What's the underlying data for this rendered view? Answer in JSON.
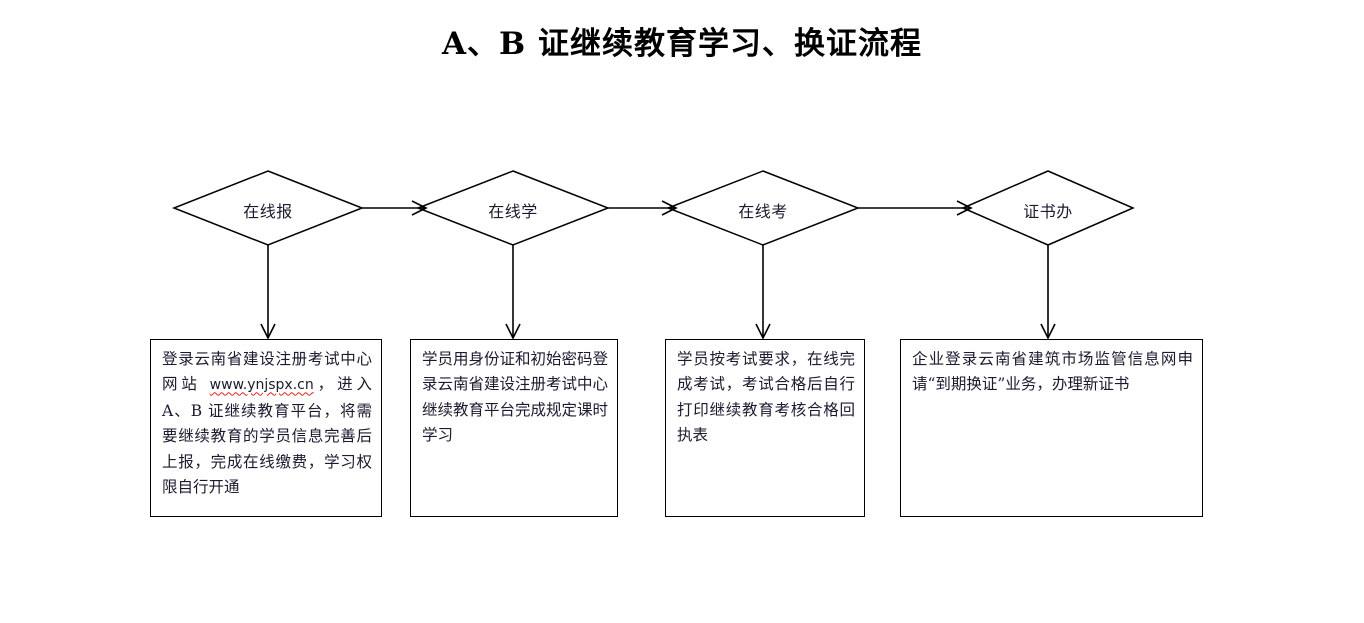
{
  "document": {
    "title": "A、B 证继续教育学习、换证流程"
  },
  "flow": {
    "stages": [
      {
        "id": "stage-1",
        "label": "在线报"
      },
      {
        "id": "stage-2",
        "label": "在线学"
      },
      {
        "id": "stage-3",
        "label": "在线考"
      },
      {
        "id": "stage-4",
        "label": "证书办"
      }
    ],
    "descriptions": [
      {
        "id": "desc-1",
        "text_before_url": "登录云南省建设注册考试中心网站 ",
        "url": "www.ynjspx.cn",
        "text_after_url": "，进入 A、B 证继续教育平台，将需要继续教育的学员信息完善后上报，完成在线缴费，学习权限自行开通"
      },
      {
        "id": "desc-2",
        "text": "学员用身份证和初始密码登录云南省建设注册考试中心继续教育平台完成规定课时学习"
      },
      {
        "id": "desc-3",
        "text": "学员按考试要求，在线完成考试，考试合格后自行打印继续教育考核合格回执表"
      },
      {
        "id": "desc-4",
        "text": "企业登录云南省建筑市场监管信息网申请“到期换证”业务，办理新证书"
      }
    ]
  },
  "style": {
    "stroke_color": "#000000",
    "text_color": "#1b1b2f",
    "spellcheck_underline_color": "#dd2222",
    "background": "#ffffff"
  }
}
